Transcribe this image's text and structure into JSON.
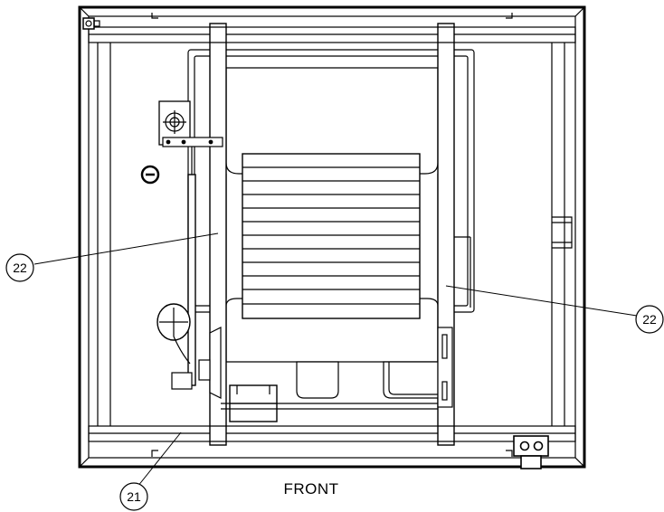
{
  "diagram": {
    "caption": "FRONT",
    "callouts": [
      {
        "number": "22"
      },
      {
        "number": "22"
      },
      {
        "number": "21"
      }
    ]
  }
}
